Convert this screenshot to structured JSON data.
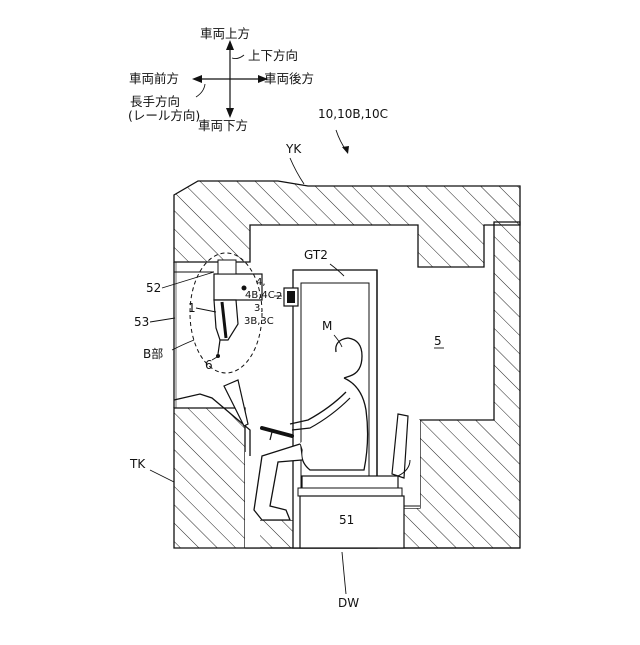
{
  "orientation": {
    "up": "車両上方",
    "updown": "上下方向",
    "front": "車両前方",
    "rear": "車両後方",
    "longitudinal": "長手方向",
    "rail_direction": "(レール方向)",
    "down": "車両下方"
  },
  "labels": {
    "figure_ref": "10,10B,10C",
    "roof": "YK",
    "wall_top": "GT2",
    "part_52": "52",
    "part_53": "53",
    "part_1": "1",
    "part_b": "B部",
    "part_6": "6",
    "part_4a": "4,",
    "part_4b": "4B,4C",
    "part_2": "2",
    "part_3a": "3,",
    "part_3b": "3B,3C",
    "occupant": "M",
    "part_5": "5",
    "floor_left": "TK",
    "seat": "51",
    "floor": "DW"
  }
}
